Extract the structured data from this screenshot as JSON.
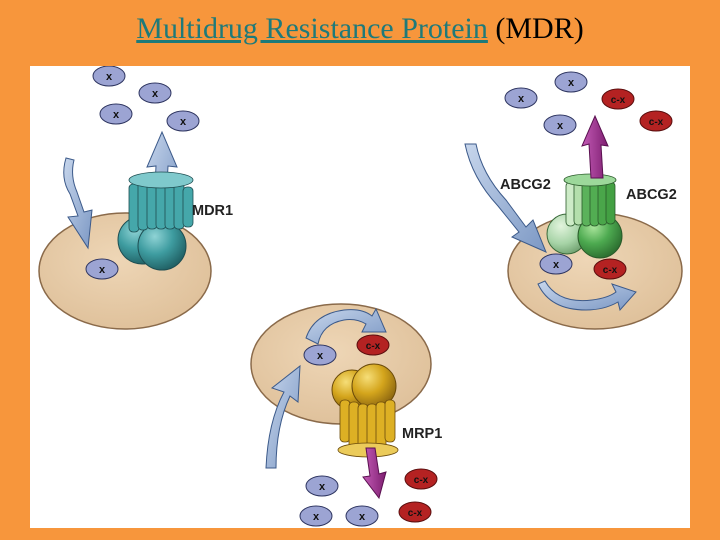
{
  "title": {
    "link_text": "Multidrug Resistance Protein",
    "suffix": " (MDR)"
  },
  "diagram": {
    "labels": {
      "mdr1": "MDR1",
      "abcg2_left": "ABCG2",
      "abcg2_right": "ABCG2",
      "mrp1": "MRP1"
    },
    "molecule_labels": {
      "drug": "x",
      "conjugate": "c-x"
    },
    "colors": {
      "slide_background": "#F7963C",
      "title_link": "#1E7A7A",
      "cell": "#E3C6A1",
      "mdr1": "#3E9CA0",
      "abcg2": "#4DAA50",
      "mrp1": "#D4A51C",
      "drug": "#9CA4D3",
      "conjugate": "#B42222",
      "efflux_arrow": "#9C2A8C",
      "flow_arrow": "#8AA6CF"
    }
  }
}
